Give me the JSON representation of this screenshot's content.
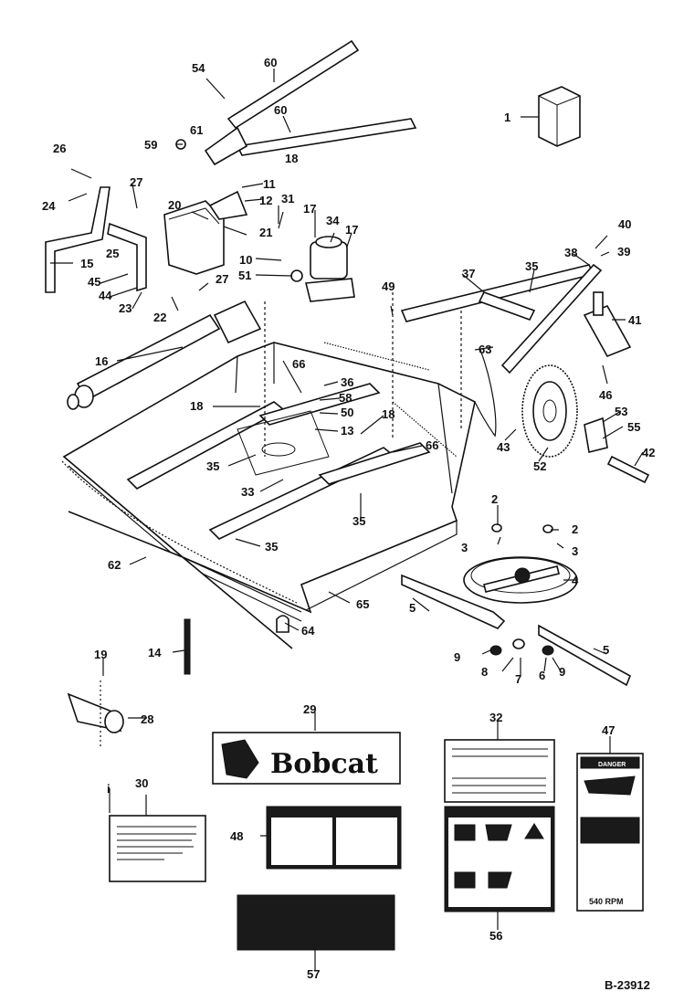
{
  "diagram": {
    "document_number": "B-23912",
    "callouts": [
      "1",
      "2",
      "3",
      "4",
      "5",
      "6",
      "7",
      "8",
      "9",
      "10",
      "11",
      "12",
      "13",
      "14",
      "15",
      "16",
      "17",
      "18",
      "19",
      "20",
      "21",
      "22",
      "23",
      "24",
      "25",
      "26",
      "27",
      "28",
      "29",
      "30",
      "31",
      "32",
      "33",
      "34",
      "35",
      "36",
      "37",
      "38",
      "39",
      "40",
      "41",
      "42",
      "43",
      "44",
      "45",
      "46",
      "47",
      "48",
      "49",
      "50",
      "51",
      "52",
      "53",
      "54",
      "55",
      "56",
      "57",
      "58",
      "59",
      "60",
      "61",
      "62",
      "63",
      "64",
      "65",
      "66",
      "i"
    ],
    "decals": {
      "logo_text": "Bobcat",
      "danger_header": "DANGER",
      "danger_bottom": "540 RPM"
    }
  }
}
